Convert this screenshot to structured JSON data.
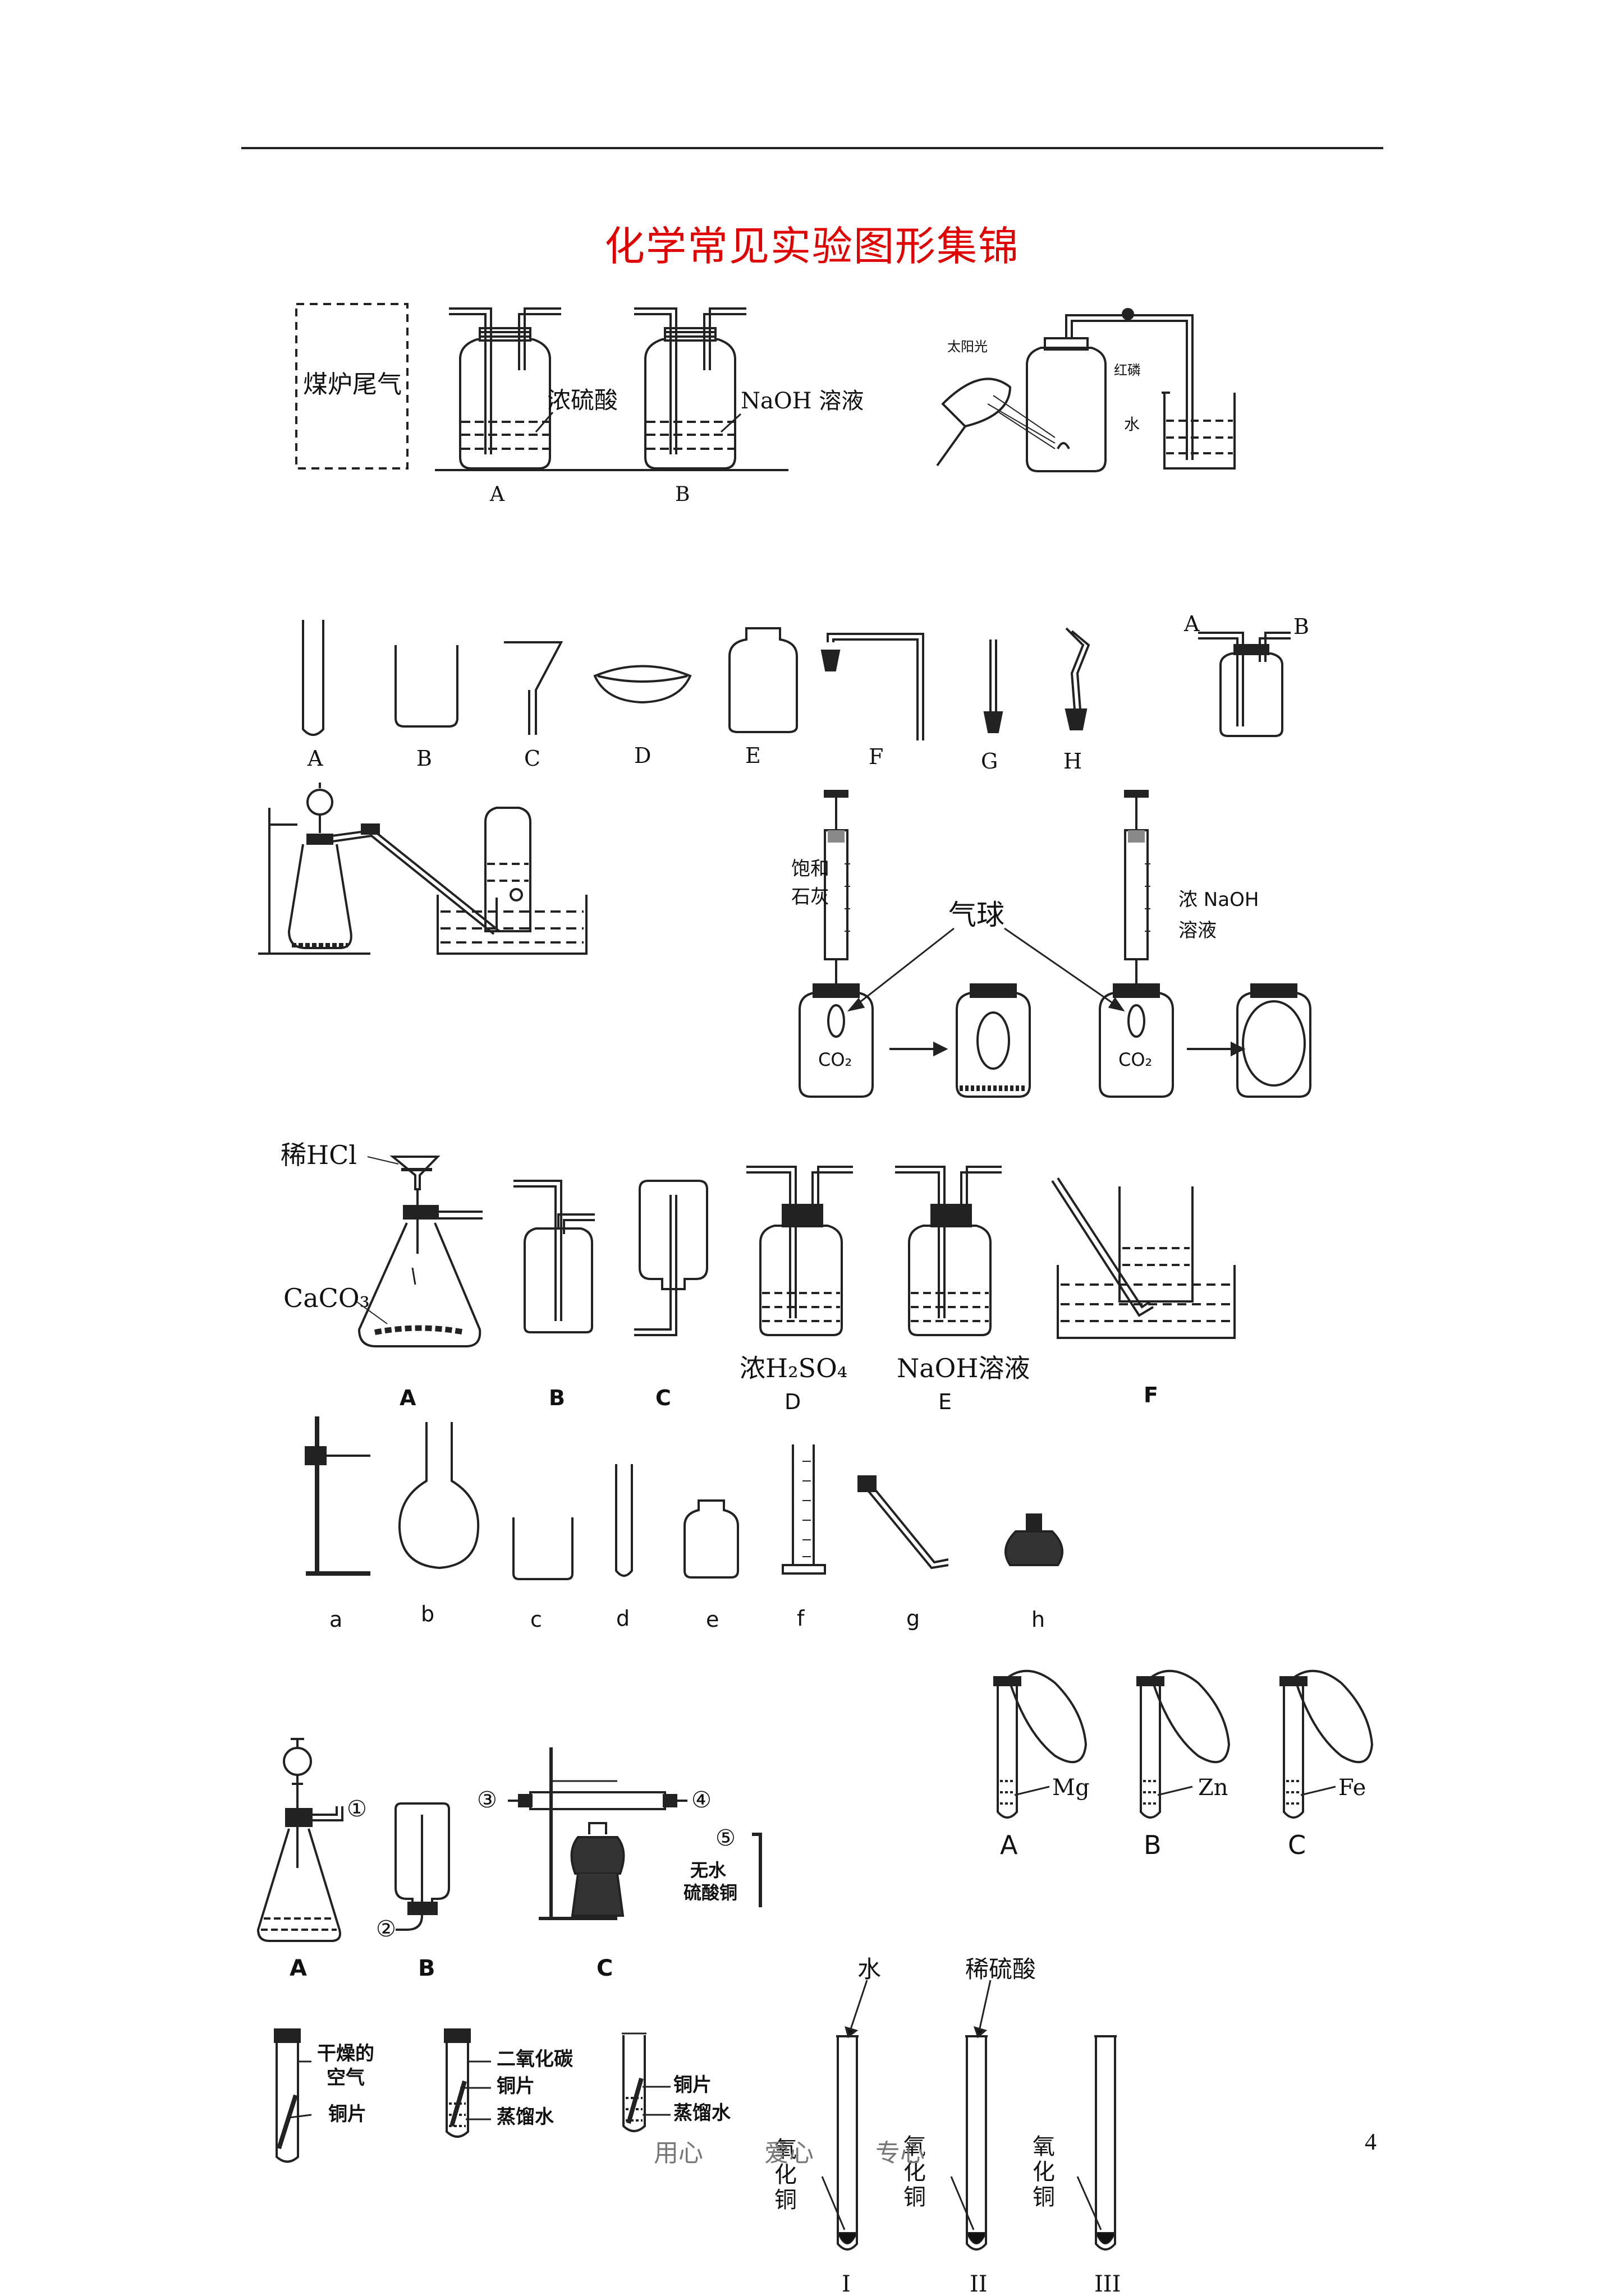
{
  "title": "化学常见实验图形集锦",
  "page_number": "4",
  "watermark": {
    "left": "用心",
    "mid": "专心",
    "right": "爱心"
  },
  "row1": {
    "box_label": "煤炉尾气",
    "bottle_a_liquid": "浓硫酸",
    "bottle_b_liquid": "NaOH 溶液",
    "label_a": "A",
    "label_b": "B",
    "sun_label": "太阳光",
    "phosphorus_label": "红磷",
    "water_label": "水"
  },
  "row2": {
    "labels": [
      "A",
      "B",
      "C",
      "D",
      "E",
      "F",
      "G",
      "H"
    ],
    "wash_bottle_a": "A",
    "wash_bottle_b": "B"
  },
  "row3": {
    "lime_label_1": "饱和",
    "lime_label_2": "石灰",
    "naoh_label_1": "浓 NaOH",
    "naoh_label_2": "溶液",
    "balloon_label": "气球",
    "co2_1": "CO₂",
    "co2_2": "CO₂"
  },
  "row4": {
    "hcl_label": "稀HCl",
    "caco3_label": "CaCO₃",
    "d_liquid": "浓H₂SO₄",
    "e_liquid": "NaOH溶液",
    "labels": [
      "A",
      "B",
      "C",
      "D",
      "E",
      "F"
    ]
  },
  "row5": {
    "labels": [
      "a",
      "b",
      "c",
      "d",
      "e",
      "f",
      "g",
      "h"
    ]
  },
  "balloons": {
    "metals": [
      "Mg",
      "Zn",
      "Fe"
    ],
    "labels": [
      "A",
      "B",
      "C"
    ]
  },
  "row6": {
    "circ1": "①",
    "circ2": "②",
    "circ3": "③",
    "circ4": "④",
    "circ5": "⑤",
    "cuso4_1": "无水",
    "cuso4_2": "硫酸铜",
    "labels": [
      "A",
      "B",
      "C"
    ]
  },
  "row7": {
    "tube1_a": "干燥的",
    "tube1_b": "空气",
    "tube1_c": "铜片",
    "tube2_a": "二氧化碳",
    "tube2_b": "铜片",
    "tube2_c": "蒸馏水",
    "tube3_a": "铜片",
    "tube3_b": "蒸馏水"
  },
  "row8": {
    "water": "水",
    "acid": "稀硫酸",
    "cuo": [
      "氧",
      "化",
      "铜"
    ],
    "labels": [
      "I",
      "II",
      "III"
    ]
  }
}
